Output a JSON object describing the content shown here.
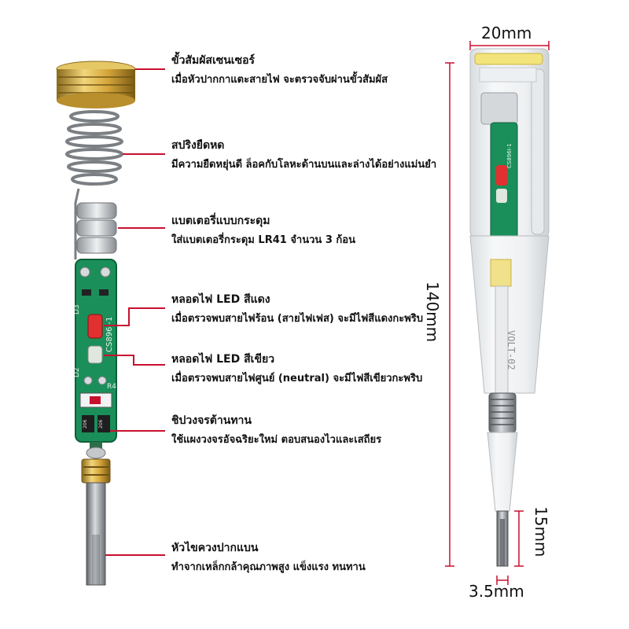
{
  "callouts": [
    {
      "title": "ขั้วสัมผัสเซนเซอร์",
      "desc": "เมื่อหัวปากกาแตะสายไฟ จะตรวจจับผ่านขั้วสัมผัส"
    },
    {
      "title": "สปริงยืดหด",
      "desc": "มีความยืดหยุ่นดี ล็อคกับโลหะด้านบนและล่างได้อย่างแม่นยำ"
    },
    {
      "title": "แบตเตอรี่แบบกระดุม",
      "desc": "ใส่แบตเตอรี่กระดุม LR41 จำนวน 3 ก้อน"
    },
    {
      "title": "หลอดไฟ LED สีแดง",
      "desc": "เมื่อตรวจพบสายไฟร้อน (สายไฟเฟส) จะมีไฟสีแดงกะพริบ"
    },
    {
      "title": "หลอดไฟ LED สีเขียว",
      "desc": "เมื่อตรวจพบสายไฟศูนย์ (neutral) จะมีไฟสีเขียวกะพริบ"
    },
    {
      "title": "ชิปวงจรต้านทาน",
      "desc": "ใช้แผงวงจรอัจฉริยะใหม่ ตอบสนองไวและเสถียร"
    },
    {
      "title": "หัวไขควงปากแบน",
      "desc": "ทำจากเหล็กกล้าคุณภาพสูง แข็งแรง ทนทาน"
    }
  ],
  "pcb_text": {
    "model": "CS896I-1",
    "d3": "D3",
    "d2": "D2",
    "r4": "R4",
    "r1": "206",
    "r2": "206"
  },
  "pen_text": {
    "model": "CS896I-1",
    "body": "VOLT-02"
  },
  "dimensions": {
    "width_top": "20mm",
    "length": "140mm",
    "tip_length": "15mm",
    "tip_width": "3.5mm"
  },
  "colors": {
    "accent": "#c8102e",
    "pcb": "#1a8f5a",
    "gold": "#c9a23a",
    "steel": "#8e9296"
  }
}
